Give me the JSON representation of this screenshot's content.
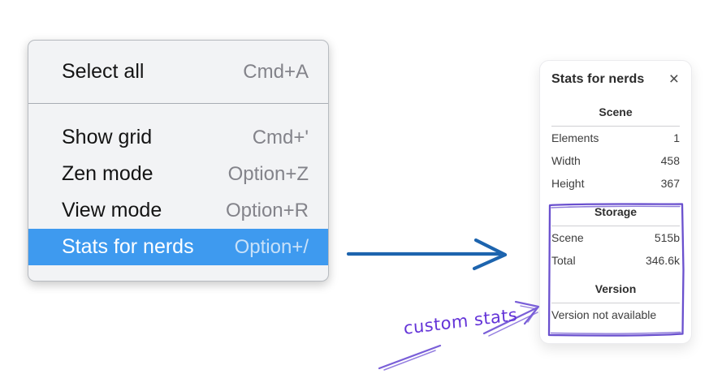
{
  "menu": {
    "items": [
      {
        "label": "Select all",
        "shortcut": "Cmd+A",
        "selected": false
      },
      {
        "label": "Show grid",
        "shortcut": "Cmd+'",
        "selected": false
      },
      {
        "label": "Zen mode",
        "shortcut": "Option+Z",
        "selected": false
      },
      {
        "label": "View mode",
        "shortcut": "Option+R",
        "selected": false
      },
      {
        "label": "Stats for nerds",
        "shortcut": "Option+/",
        "selected": true
      }
    ]
  },
  "panel": {
    "title": "Stats for nerds",
    "close_icon": "×",
    "sections": [
      {
        "heading": "Scene",
        "rows": [
          {
            "label": "Elements",
            "value": "1"
          },
          {
            "label": "Width",
            "value": "458"
          },
          {
            "label": "Height",
            "value": "367"
          }
        ]
      },
      {
        "heading": "Storage",
        "rows": [
          {
            "label": "Scene",
            "value": "515b"
          },
          {
            "label": "Total",
            "value": "346.6k"
          }
        ]
      },
      {
        "heading": "Version",
        "note": "Version not available"
      }
    ]
  },
  "annotation": {
    "label": "custom stats"
  },
  "colors": {
    "accent": "#3e9aef",
    "accent_shortcut_text": "#c8e1f9",
    "arrow_blue": "#1d64ae",
    "annotation_purple": "#6434d8",
    "sketch_purple": "#6a50ce",
    "menu_bg": "#f2f3f5",
    "menu_border": "#b7bbc0",
    "shortcut_gray": "#83838a",
    "divider_gray": "#cfcfd3"
  }
}
